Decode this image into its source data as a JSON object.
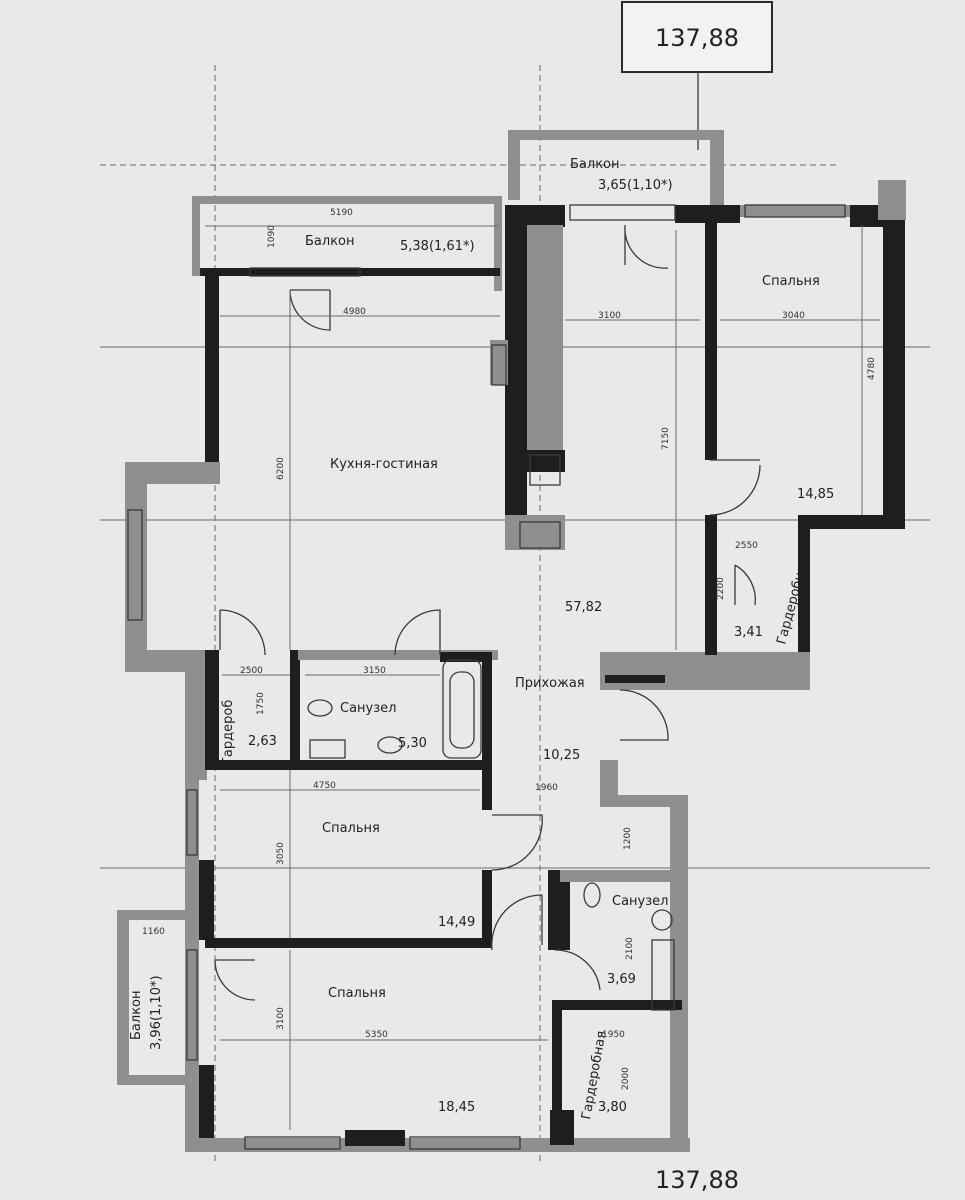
{
  "total_area": "137,88",
  "rooms": {
    "balcony_top": {
      "name": "Балкон",
      "area": "3,65(1,10*)"
    },
    "balcony_loggia": {
      "name": "Балкон",
      "area": "5,38(1,61*)"
    },
    "bedroom_ne": {
      "name": "Спальня",
      "area": "14,85"
    },
    "kitchen_living": {
      "name": "Кухня-гостиная",
      "area": "57,82"
    },
    "wardrobe_ne": {
      "name": "Гардеробная",
      "area": "3,41"
    },
    "hallway": {
      "name": "Прихожая",
      "area": "10,25"
    },
    "wardrobe_w": {
      "name": "Гардероб",
      "area": "2,63"
    },
    "bathroom": {
      "name": "Санузел",
      "area": "5,30"
    },
    "bedroom_mid": {
      "name": "Спальня",
      "area": "14,49"
    },
    "bathroom_s": {
      "name": "Санузел",
      "area": "3,69"
    },
    "bedroom_sw": {
      "name": "Спальня",
      "area": "18,45"
    },
    "wardrobe_s": {
      "name": "Гардеробная",
      "area": "3,80"
    },
    "balcony_w": {
      "name": "Балкон",
      "area": "3,96(1,10*)"
    }
  },
  "dimensions": {
    "d1": "5190",
    "d2": "1090",
    "d3": "4980",
    "d4": "3100",
    "d5": "3040",
    "d6": "4780",
    "d7": "6200",
    "d8": "7150",
    "d9": "2550",
    "d10": "2200",
    "d11": "2500",
    "d12": "3150",
    "d13": "1750",
    "d14": "4750",
    "d15": "3050",
    "d16": "1960",
    "d17": "1200",
    "d18": "2100",
    "d19": "1160",
    "d20": "3100",
    "d21": "5350",
    "d22": "1950",
    "d23": "2000"
  }
}
